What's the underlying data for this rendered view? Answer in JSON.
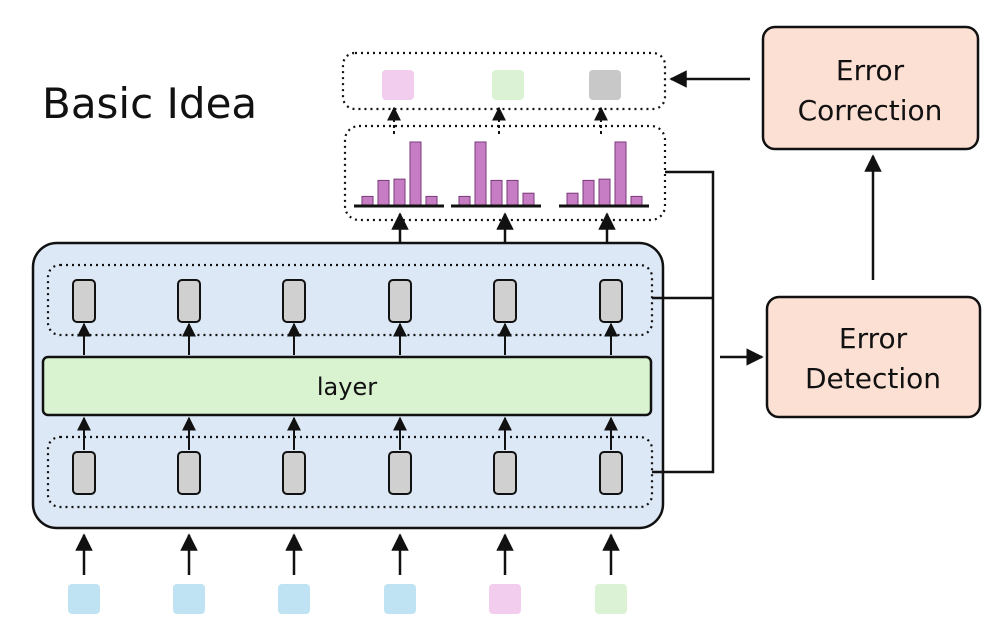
{
  "title": "Basic Idea",
  "layer_label": "layer",
  "error_correction": {
    "line1": "Error",
    "line2": "Correction"
  },
  "error_detection": {
    "line1": "Error",
    "line2": "Detection"
  },
  "colors": {
    "model_box_fill": "#dce8f5",
    "layer_fill": "#d9f2d0",
    "error_box_fill": "#fce0d4",
    "hidden_state_fill": "#d0d0d0",
    "bar_fill": "#c77dc4",
    "token_blue": "#bfe3f2",
    "token_pink": "#f2cdee",
    "token_green": "#dcf2d4",
    "token_gray": "#c8c8c8"
  },
  "input_tokens": [
    "blue",
    "blue",
    "blue",
    "blue",
    "pink",
    "green"
  ],
  "output_tokens": [
    "pink",
    "green",
    "gray"
  ],
  "distributions": [
    [
      0.15,
      0.4,
      0.42,
      1.0,
      0.15
    ],
    [
      0.15,
      1.0,
      0.4,
      0.4,
      0.2
    ],
    [
      0.2,
      0.4,
      0.42,
      1.0,
      0.15
    ]
  ]
}
